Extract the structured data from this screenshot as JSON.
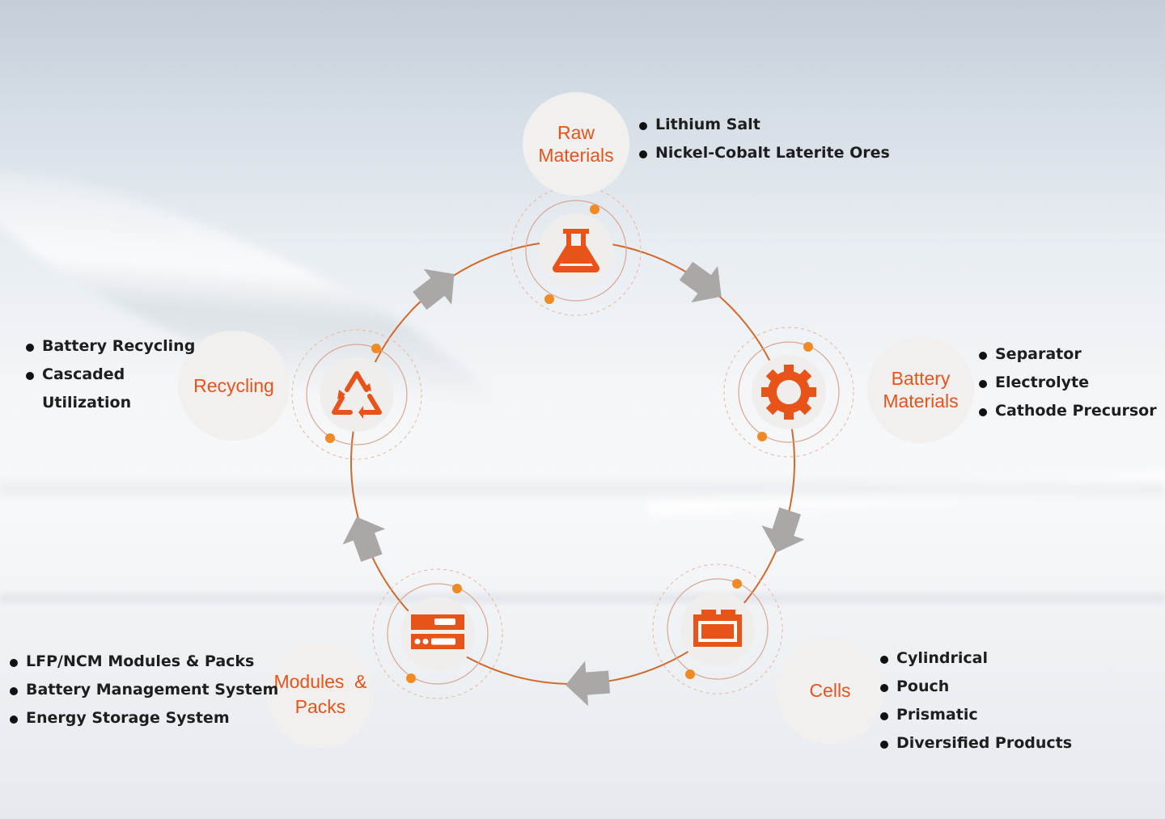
{
  "colors": {
    "accent": "#e8531a",
    "ring_line": "#d0692c",
    "orbit_dot": "#f08a24",
    "arrow": "#aaa7a6",
    "label_bg": "#f1f0ef",
    "bullet_text": "#1e1e1e"
  },
  "stages": [
    {
      "id": "raw-materials",
      "label": "Raw Materials",
      "label_lines": [
        "Raw",
        "Materials"
      ],
      "icon": "flask-icon",
      "items": [
        "Lithium Salt",
        "Nickel-Cobalt Laterite Ores"
      ]
    },
    {
      "id": "battery-materials",
      "label": "Battery Materials",
      "label_lines": [
        "Battery",
        "Materials"
      ],
      "icon": "gear-icon",
      "items": [
        "Separator",
        "Electrolyte",
        "Cathode Precursor"
      ]
    },
    {
      "id": "cells",
      "label": "Cells",
      "label_lines": [
        "Cells"
      ],
      "icon": "battery-icon",
      "items": [
        "Cylindrical",
        "Pouch",
        "Prismatic",
        "Diversified Products"
      ]
    },
    {
      "id": "modules-packs",
      "label": "Modules & Packs",
      "label_lines": [
        "Modules  &",
        "Packs"
      ],
      "icon": "server-rack-icon",
      "items": [
        "LFP/NCM Modules & Packs",
        "Battery Management System",
        "Energy Storage System"
      ]
    },
    {
      "id": "recycling",
      "label": "Recycling",
      "label_lines": [
        "Recycling"
      ],
      "icon": "recycle-icon",
      "items": [
        "Battery Recycling",
        "Cascaded",
        "Utilization"
      ]
    }
  ],
  "flow_direction": "clockwise"
}
